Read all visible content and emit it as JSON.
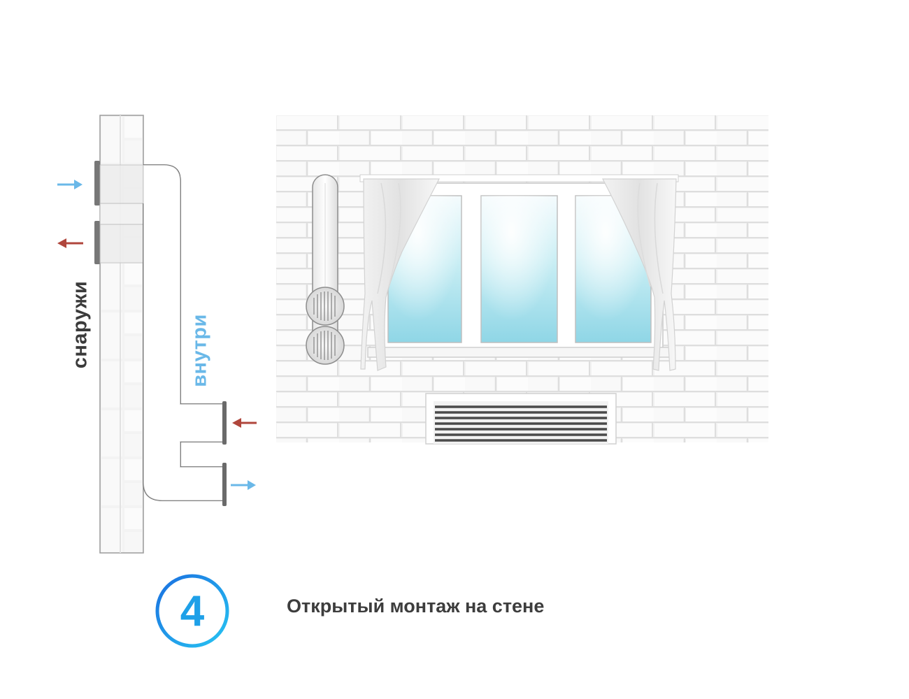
{
  "labels": {
    "outside": "снаружи",
    "inside": "внутри"
  },
  "caption": {
    "step_number": "4",
    "title": "Открытый монтаж на стене"
  },
  "colors": {
    "intake_arrow": "#6ab8e8",
    "exhaust_arrow": "#b0463c",
    "badge_gradient_start": "#1a6fe0",
    "badge_gradient_end": "#27c4f2",
    "text_dark": "#3d3d3d"
  },
  "icons": {
    "intake": "arrow-right-icon",
    "exhaust": "arrow-left-icon"
  }
}
